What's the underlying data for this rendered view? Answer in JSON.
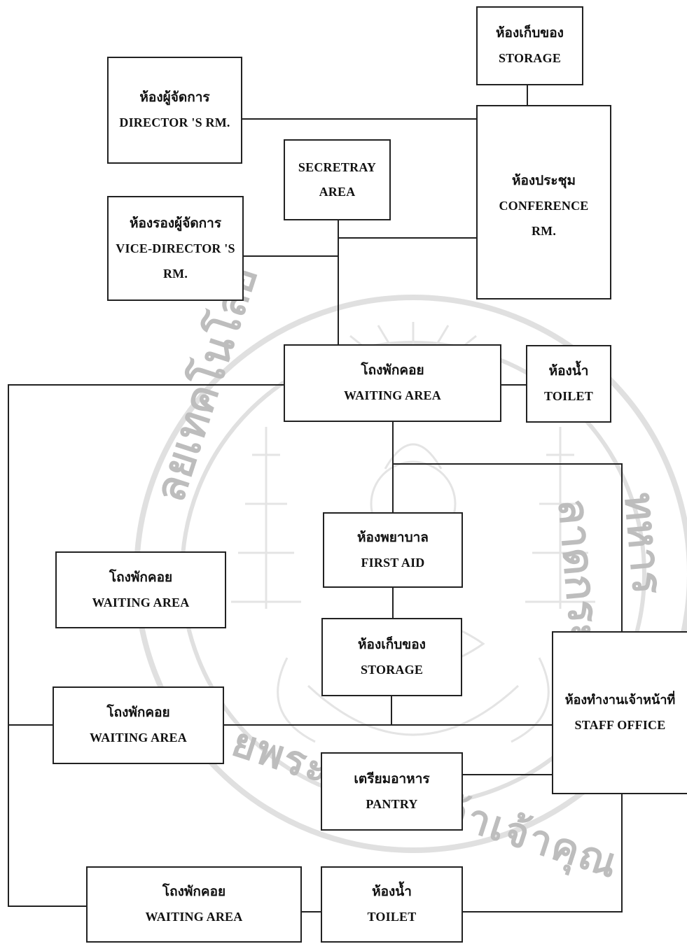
{
  "rooms": {
    "storage_top": {
      "th": "ห้องเก็บของ",
      "en": "STORAGE"
    },
    "director": {
      "th": "ห้องผู้จัดการ",
      "en": "DIRECTOR 'S RM."
    },
    "secretary": {
      "en1": "SECRETRAY",
      "en2": "AREA"
    },
    "conference": {
      "th": "ห้องประชุม",
      "en1": "CONFERENCE",
      "en2": "RM."
    },
    "vice_director": {
      "th": "ห้องรองผู้จัดการ",
      "en1": "VICE-DIRECTOR 'S",
      "en2": "RM."
    },
    "waiting_main": {
      "th": "โถงพักคอย",
      "en": "WAITING AREA"
    },
    "toilet_top": {
      "th": "ห้องน้ำ",
      "en": "TOILET"
    },
    "first_aid": {
      "th": "ห้องพยาบาล",
      "en": "FIRST AID"
    },
    "waiting_left1": {
      "th": "โถงพักคอย",
      "en": "WAITING AREA"
    },
    "storage_mid": {
      "th": "ห้องเก็บของ",
      "en": "STORAGE"
    },
    "staff_office": {
      "th": "ห้องทำงานเจ้าหน้าที่",
      "en": "STAFF OFFICE"
    },
    "waiting_left2": {
      "th": "โถงพักคอย",
      "en": "WAITING AREA"
    },
    "pantry": {
      "th": "เตรียมอาหาร",
      "en": "PANTRY"
    },
    "waiting_bottom": {
      "th": "โถงพักคอย",
      "en": "WAITING AREA"
    },
    "toilet_bottom": {
      "th": "ห้องน้ำ",
      "en": "TOILET"
    }
  },
  "watermark": {
    "arc_left": "ลยเทคโนโลยี",
    "arc_bottom": "ยพระจอมเกล้าเจ้าคุณ",
    "arc_right": "ทหารลาดกระบัง"
  }
}
